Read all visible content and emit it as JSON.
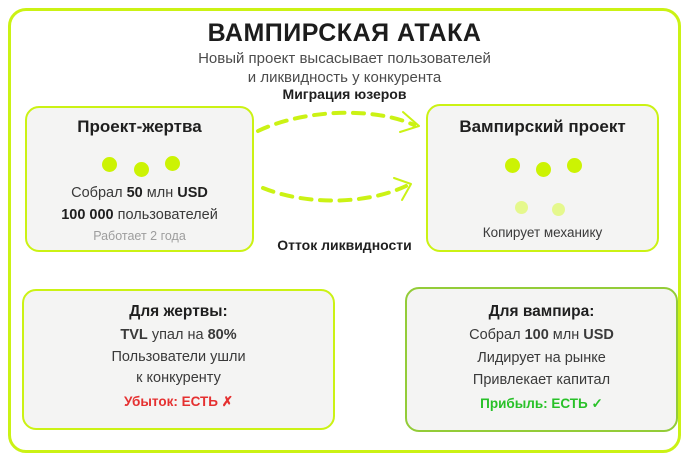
{
  "colors": {
    "lime": "#cbf214",
    "lime-dot": "#ccf303",
    "lime-dot-light": "#e5f88d",
    "green-border": "#93cc38",
    "box-bg": "#f4f4f3",
    "loss-red": "#e53030",
    "profit-green": "#28c128"
  },
  "header": {
    "title": "ВАМПИРСКАЯ АТАКА",
    "subtitle_line1": "Новый проект высасывает пользователей",
    "subtitle_line2": "и ликвидность у конкурента"
  },
  "flows": {
    "users_migration_label": "Миграция юзеров",
    "liquidity_outflow_label": "Отток ликвидности"
  },
  "victim_project": {
    "title": "Проект-жертва",
    "raised": {
      "pre": "Собрал",
      "amount": "50",
      "mid": "млн",
      "currency": "USD"
    },
    "users": {
      "amount": "100 000",
      "suffix": "пользователей"
    },
    "age": "Работает 2 года"
  },
  "vampire_project": {
    "title": "Вампирский проект",
    "note": "Копирует механику"
  },
  "victim_outcome": {
    "title": "Для жертвы:",
    "tvl": {
      "bold1": "TVL",
      "mid": "упал на",
      "bold2": "80%"
    },
    "line2": "Пользователи ушли",
    "line3": "к конкуренту",
    "status": "Убыток: ЕСТЬ ✗"
  },
  "vampire_outcome": {
    "title": "Для вампира:",
    "raised": {
      "pre": "Собрал",
      "amount": "100",
      "mid": "млн",
      "currency": "USD"
    },
    "line2": "Лидирует на рынке",
    "line3": "Привлекает капитал",
    "status": "Прибыль: ЕСТЬ ✓"
  }
}
